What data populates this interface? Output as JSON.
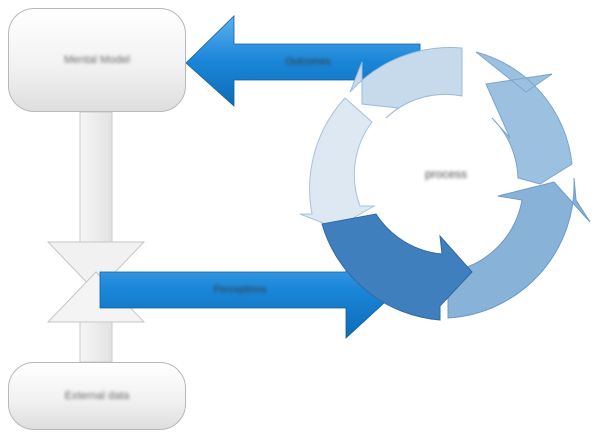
{
  "nodes": {
    "top": {
      "label": "Mental Model"
    },
    "bottom": {
      "label": "External data"
    }
  },
  "arrows": {
    "top_arrow_label": "Outcomes",
    "bottom_arrow_label": "Perceptions"
  },
  "cycle": {
    "center_label": "process"
  },
  "colors": {
    "arrow_blue": "#1e88d6",
    "cycle_light": "#c9dcec",
    "cycle_mid": "#8fb6da",
    "cycle_dark": "#3f7fbd"
  }
}
